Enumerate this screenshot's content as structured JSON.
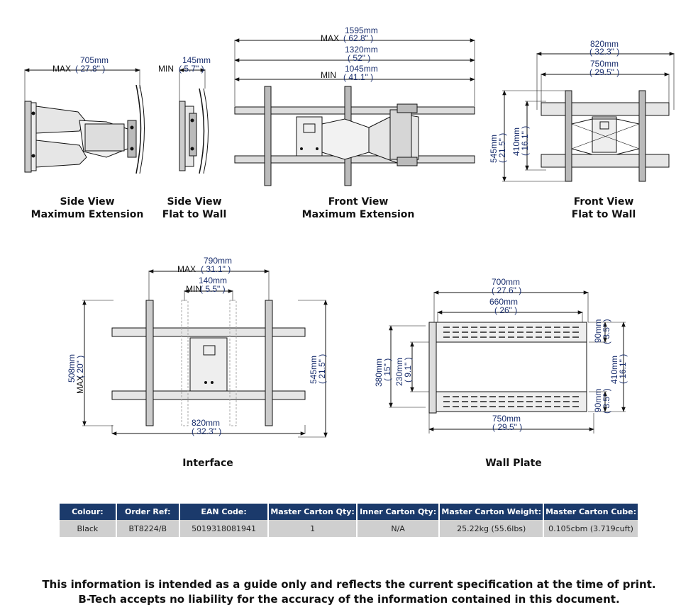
{
  "views": {
    "side_max": {
      "caption1": "Side View",
      "caption2": "Maximum Extension",
      "dim_label": "MAX",
      "dim_mm": "705mm",
      "dim_in": "( 27.8\" )"
    },
    "side_flat": {
      "caption1": "Side View",
      "caption2": "Flat to Wall",
      "dim_label": "MIN",
      "dim_mm": "145mm",
      "dim_in": "( 5.7\" )"
    },
    "front_max": {
      "caption1": "Front View",
      "caption2": "Maximum Extension",
      "max_label": "MAX",
      "max_mm": "1595mm",
      "max_in": "( 62.8\" )",
      "mid_mm": "1320mm",
      "mid_in": "( 52\" )",
      "min_label": "MIN",
      "min_mm": "1045mm",
      "min_in": "( 41.1\" )"
    },
    "front_flat": {
      "caption1": "Front View",
      "caption2": "Flat to Wall",
      "w1_mm": "820mm",
      "w1_in": "( 32.3\" )",
      "w2_mm": "750mm",
      "w2_in": "( 29.5\" )",
      "h1_mm": "545mm",
      "h1_in": "( 21.5\" )",
      "h2_mm": "410mm",
      "h2_in": "( 16.1\" )"
    },
    "interface": {
      "caption": "Interface",
      "max_label": "MAX",
      "max_mm": "790mm",
      "max_in": "( 31.1\" )",
      "min_label": "MIN",
      "min_mm": "140mm",
      "min_in": "( 5.5\" )",
      "bottom_mm": "820mm",
      "bottom_in": "( 32.3\" )",
      "left_label": "MAX",
      "left_mm": "508mm",
      "left_in": "( 20\" )",
      "right_mm": "545mm",
      "right_in": "( 21.5\" )"
    },
    "wall_plate": {
      "caption": "Wall Plate",
      "top1_mm": "700mm",
      "top1_in": "( 27.6\" )",
      "top2_mm": "660mm",
      "top2_in": "( 26\" )",
      "bottom_mm": "750mm",
      "bottom_in": "( 29.5\" )",
      "left1_mm": "380mm",
      "left1_in": "( 15\" )",
      "left2_mm": "230mm",
      "left2_in": "( 9.1\" )",
      "right_mm": "410mm",
      "right_in": "( 16.1\" )",
      "rt_mm": "90mm",
      "rt_in": "( 3.5\" )",
      "rb_mm": "90mm",
      "rb_in": "( 3.5\" )"
    }
  },
  "table": {
    "headers": [
      "Colour:",
      "Order Ref:",
      "EAN Code:",
      "Master Carton Qty:",
      "Inner Carton Qty:",
      "Master Carton Weight:",
      "Master Carton Cube:"
    ],
    "row": [
      "Black",
      "BT8224/B",
      "5019318081941",
      "1",
      "N/A",
      "25.22kg (55.6lbs)",
      "0.105cbm (3.719cuft)"
    ]
  },
  "footer": {
    "line1": "This information is intended as a guide only and reflects the current specification at the time of print.",
    "line2": "B-Tech accepts no liability for the accuracy of the information contained in this document."
  },
  "colors": {
    "header_bg": "#1b3a6b",
    "row_bg": "#cfcfcf",
    "dim_text": "#1a2f6e"
  }
}
